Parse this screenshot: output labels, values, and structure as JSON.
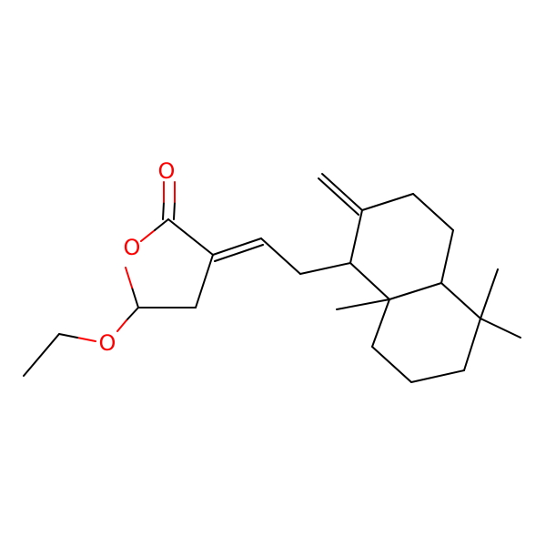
{
  "molecule": {
    "atoms": [
      {
        "id": "o_carbonyl",
        "symbol": "O",
        "color": "#ff0000"
      },
      {
        "id": "o_ring",
        "symbol": "O",
        "color": "#ff0000"
      },
      {
        "id": "o_ether",
        "symbol": "O",
        "color": "#ff0000"
      }
    ]
  }
}
